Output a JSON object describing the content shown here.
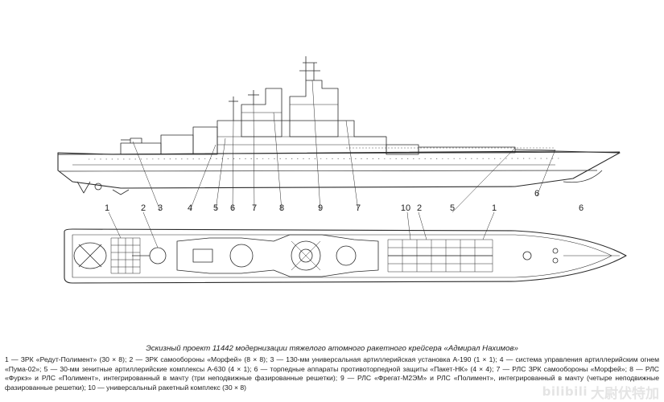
{
  "callouts_side": [
    {
      "id": "side-1",
      "label": "1"
    },
    {
      "id": "side-2",
      "label": "2"
    },
    {
      "id": "side-3",
      "label": "3"
    },
    {
      "id": "side-4",
      "label": "4"
    },
    {
      "id": "side-5",
      "label": "5"
    },
    {
      "id": "side-6a",
      "label": "6"
    },
    {
      "id": "side-7",
      "label": "7"
    },
    {
      "id": "side-8",
      "label": "8"
    },
    {
      "id": "side-9",
      "label": "9"
    },
    {
      "id": "side-7b",
      "label": "7"
    },
    {
      "id": "side-10",
      "label": "10"
    },
    {
      "id": "side-2b",
      "label": "2"
    },
    {
      "id": "side-5b",
      "label": "5"
    },
    {
      "id": "side-1b",
      "label": "1"
    },
    {
      "id": "side-6b",
      "label": "6"
    },
    {
      "id": "side-6c",
      "label": "6"
    }
  ],
  "caption": {
    "title": "Эскизный проект 11442 модернизации тяжелого атомного ракетного крейсера «Адмирал Нахимов»",
    "legend": "1 — ЗРК «Редут-Полимент» (30 × 8); 2 — ЗРК самообороны «Морфей» (8 × 8); 3 — 130-мм универсальная артиллерийская установка А-190 (1 × 1); 4 — система управления артиллерийским огнем «Пума-02»; 5 — 30-мм зенитные артиллерийские комплексы А-630 (4 × 1); 6 — торпедные аппараты противоторпедной защиты «Пакет-НК» (4 × 4); 7 — РЛС ЗРК самообороны «Морфей»; 8 — РЛС «Фуркэ» и РЛС «Полимент», интегрированный в мачту (три неподвижные фазированные решетки); 9 — РЛС «Фрегат-М2ЭМ» и РЛС «Полимент», интегрированный в мачту (четыре неподвижные фазированные решетки); 10 — универсальный ракетный комплекс (30 × 8)"
  },
  "watermark": {
    "logo": "bilibili",
    "channel": "大尉伏特加"
  },
  "colors": {
    "line": "#2a2a2a",
    "background": "#ffffff",
    "watermark": "#cfcfcf"
  }
}
